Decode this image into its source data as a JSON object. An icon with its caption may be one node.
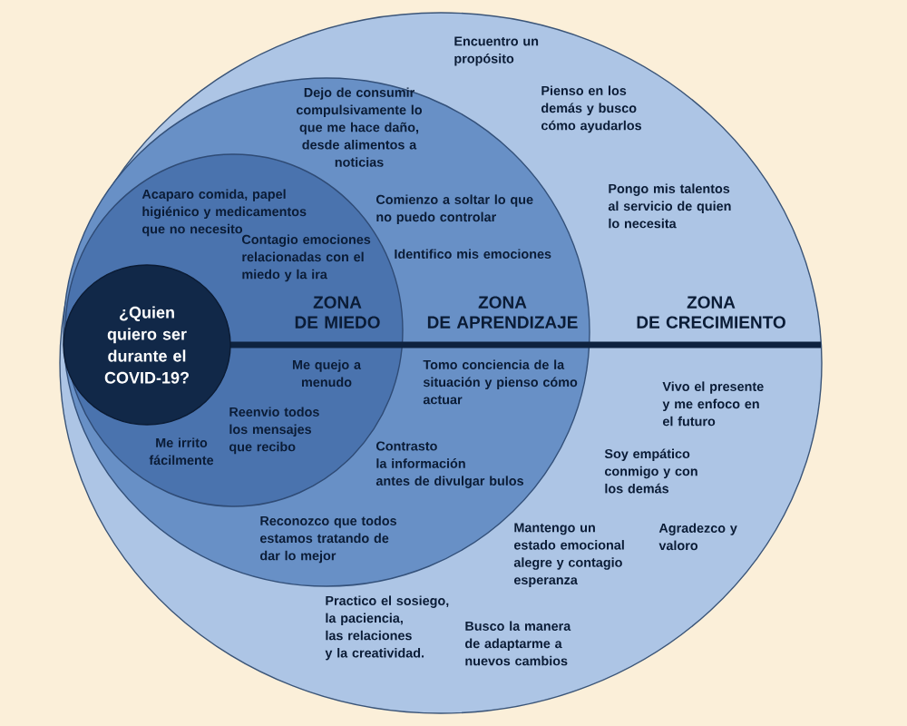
{
  "diagram": {
    "nodes": [
      {
        "text": [
          "ZONA DE CRECIMIENTO",
          "Encuentro un propósito",
          "Pienso en los demás y busco cómo ayudarlos",
          "Pongo mis talentos al servicio de quien lo necesita",
          "Vivo el presente y me enfoco en el futuro",
          "Soy empático conmigo y con los demás",
          "Mantengo un estado emocional alegre y contagio esperanza",
          "Agradezco y valoro",
          "Practico el sosiego, la paciencia, las relaciones y la creatividad.",
          "Busco la manera de adaptarme a nuevos cambios"
        ]
      },
      {
        "text": [
          "ZONA DE APRENDIZAJE",
          "Dejo de consumir compulsivamente lo que me hace daño, desde alimentos a noticias",
          "Comienzo a soltar lo que no puedo controlar",
          "Identifico mis emociones",
          "Tomo conciencia de la situación y pienso cómo actuar",
          "Contrasto la información antes de divulgar bulos",
          "Reconozco que todos estamos tratando de dar lo mejor"
        ],
        "in": 0
      },
      {
        "text": [
          "ZONA DE MIEDO",
          "Acaparo comida, papel higiénico y medicamentos que no necesito",
          "Contagio emociones relacionadas con el miedo y la ira",
          "Me quejo a menudo",
          "Reenvio todos los mensajes que recibo",
          "Me irrito fácilmente"
        ],
        "in": 1
      },
      {
        "text": [
          "¿Quien quiero ser durante el COVID-19?"
        ],
        "in": 2
      }
    ]
  }
}
